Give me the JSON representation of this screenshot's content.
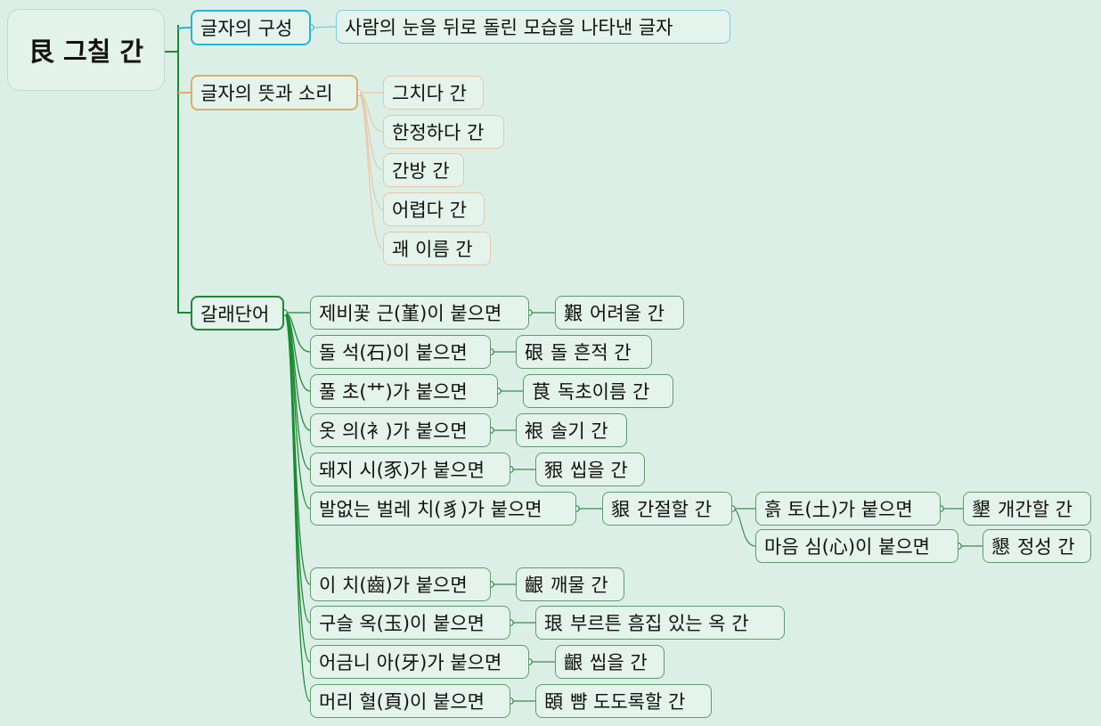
{
  "root": {
    "title": "艮 그칠 간"
  },
  "branches": {
    "structure": {
      "label": "글자의 구성",
      "children": [
        "사람의 눈을 뒤로 돌린 모습을 나타낸 글자"
      ]
    },
    "meaning": {
      "label": "글자의 뜻과 소리",
      "children": [
        "그치다 간",
        "한정하다 간",
        "간방 간",
        "어렵다 간",
        "괘 이름 간"
      ]
    },
    "derived": {
      "label": "갈래단어",
      "items": [
        {
          "pre": "제비꽃 근(",
          "hanja": "堇",
          "post": ")이 붙으면",
          "result_char": "艱",
          "result_text": "어려울 간"
        },
        {
          "pre": "돌 석(",
          "hanja": "石",
          "post": ")이 붙으면",
          "result_char": "硍",
          "result_text": "돌 흔적 간"
        },
        {
          "pre": "풀 초(",
          "hanja": "艹",
          "post": ")가 붙으면",
          "result_char": "茛",
          "result_text": "독초이름 간"
        },
        {
          "pre": "옷 의(",
          "hanja": "衤",
          "post": ")가 붙으면",
          "result_char": "裉",
          "result_text": "솔기 간"
        },
        {
          "pre": "돼지 시(",
          "hanja": "豕",
          "post": ")가 붙으면",
          "result_char": "豤",
          "result_text": "씹을 간"
        },
        {
          "pre": "발없는 벌레 치(",
          "hanja": "豸",
          "post": ")가 붙으면",
          "result_char": "貇",
          "result_text": "간절할 간",
          "children": [
            {
              "pre": "흙 토(",
              "hanja": "土",
              "post": ")가 붙으면",
              "result_char": "墾",
              "result_text": "개간할 간"
            },
            {
              "pre": "마음 심(",
              "hanja": "心",
              "post": ")이 붙으면",
              "result_char": "懇",
              "result_text": "정성 간"
            }
          ]
        },
        {
          "pre": "이 치(",
          "hanja": "齒",
          "post": ")가 붙으면",
          "result_char": "齦",
          "result_text": "깨물 간"
        },
        {
          "pre": "구슬 옥(",
          "hanja": "玉",
          "post": ")이 붙으면",
          "result_char": "珢",
          "result_text": "부르튼 흠집 있는 옥 간"
        },
        {
          "pre": "어금니 아(",
          "hanja": "牙",
          "post": ")가 붙으면",
          "result_char": "齦",
          "result_text": "씹을 간"
        },
        {
          "pre": "머리 혈(",
          "hanja": "頁",
          "post": ")이 붙으면",
          "result_char": "頣",
          "result_text": "뺨 도도록할 간"
        }
      ]
    }
  },
  "colors": {
    "background": "#dcefe7",
    "structure": "#24b6d6",
    "meaning": "#e0ab66",
    "derived": "#1b8a33"
  }
}
